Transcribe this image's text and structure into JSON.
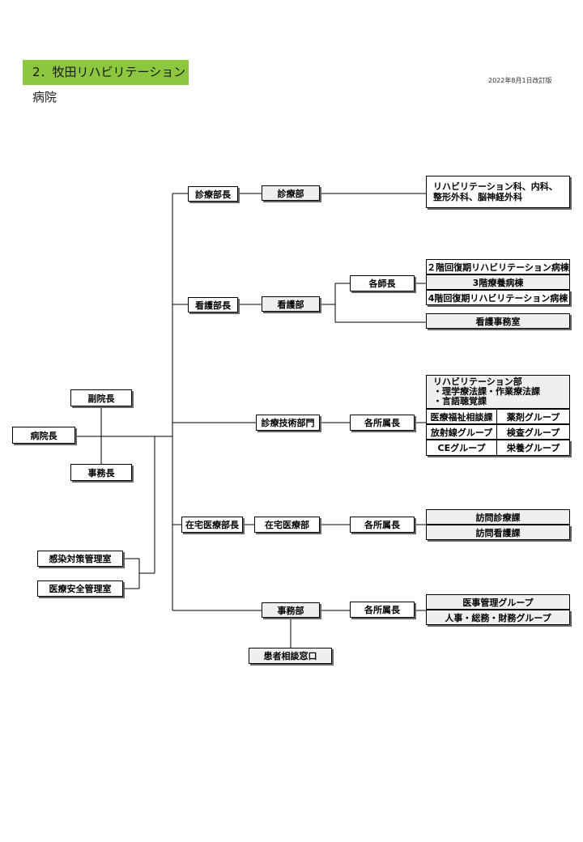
{
  "header": {
    "title": "2．牧田リハビリテーション病院",
    "date": "2022年8月1日改訂版"
  },
  "org": {
    "director": "病院長",
    "vice_director": "副院長",
    "admin_head": "事務長",
    "infection_control": "感染対策管理室",
    "safety_management": "医療安全管理室",
    "medical": {
      "head": "診療部長",
      "dept": "診療部",
      "detail_line1": "リハビリテーション科、内科、",
      "detail_line2": "整形外科、脳神経外科"
    },
    "nursing": {
      "head": "看護部長",
      "dept": "看護部",
      "chief": "各師長",
      "wards": [
        "２階回復期リハビリテーション病棟",
        "3階療養病棟",
        "4階回復期リハビリテーション病棟"
      ],
      "office": "看護事務室"
    },
    "tech": {
      "dept": "診療技術部門",
      "chief": "各所属長",
      "rehab_line1": "リハビリテーション部",
      "rehab_line2": "・理学療法課・作業療法課",
      "rehab_line3": "・言語聴覚課",
      "groups": [
        "医療福祉相談課",
        "薬剤グループ",
        "放射線グループ",
        "検査グループ",
        "CEグループ",
        "栄養グループ"
      ]
    },
    "home": {
      "head": "在宅医療部長",
      "dept": "在宅医療部",
      "chief": "各所属長",
      "units": [
        "訪問診療課",
        "訪問看護課"
      ]
    },
    "office": {
      "dept": "事務部",
      "chief": "各所属長",
      "units": [
        "医事管理グループ",
        "人事・総務・財務グループ"
      ],
      "consult": "患者相談窓口"
    }
  }
}
